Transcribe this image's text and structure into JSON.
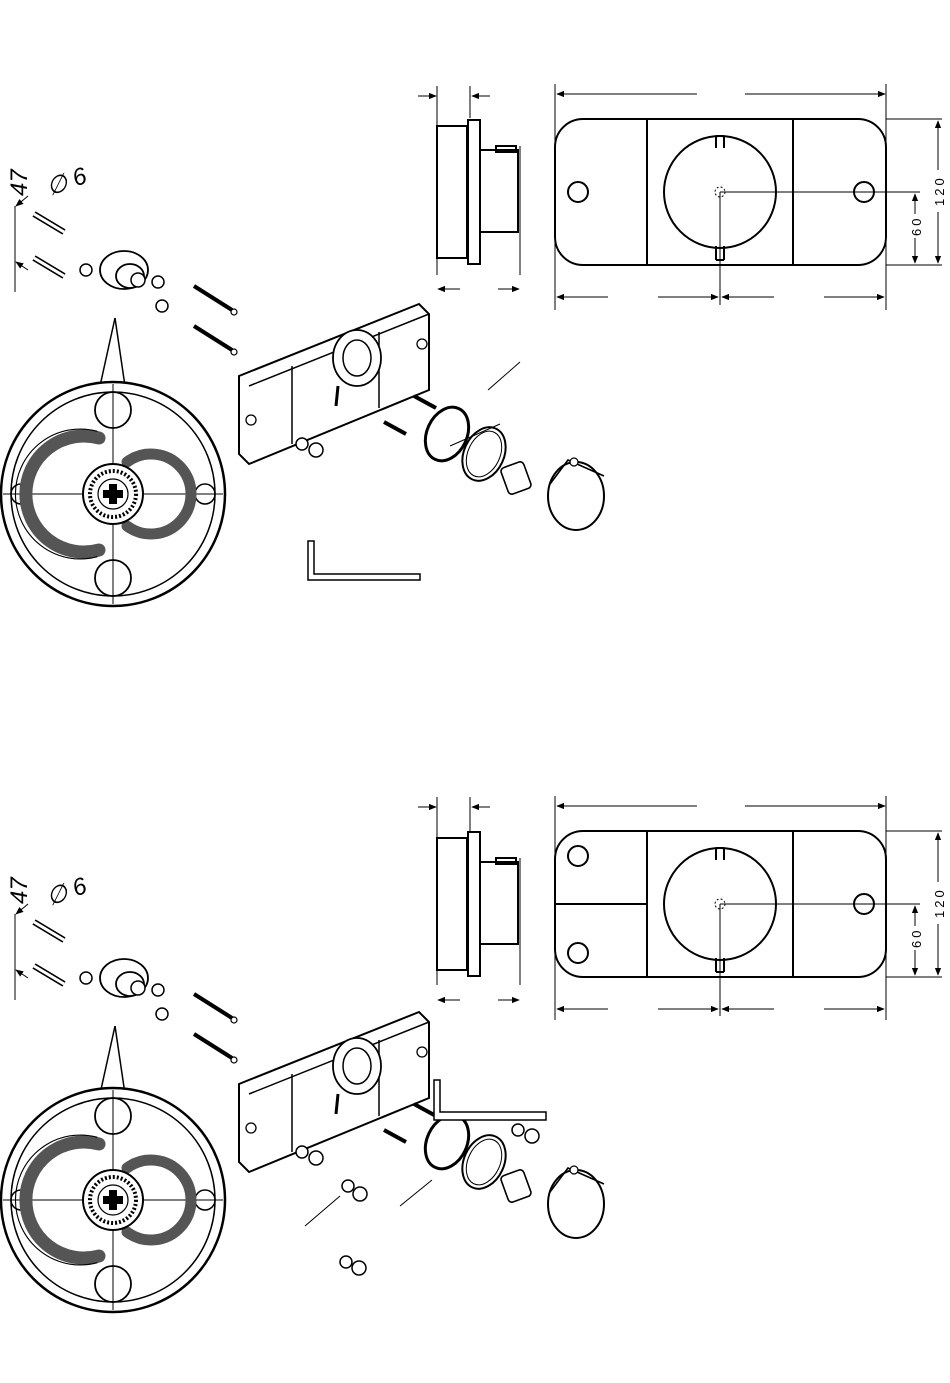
{
  "diagrams": [
    {
      "id": "top",
      "wall_anchor": {
        "distance": "47",
        "diameter": "∅ 6"
      },
      "dimensions": {
        "height": "120",
        "center": "60"
      }
    },
    {
      "id": "bottom",
      "wall_anchor": {
        "distance": "47",
        "diameter": "∅ 6"
      },
      "dimensions": {
        "height": "120",
        "center": "60"
      }
    }
  ],
  "colors": {
    "line": "#000000",
    "background": "#ffffff",
    "seal": "#555555"
  }
}
